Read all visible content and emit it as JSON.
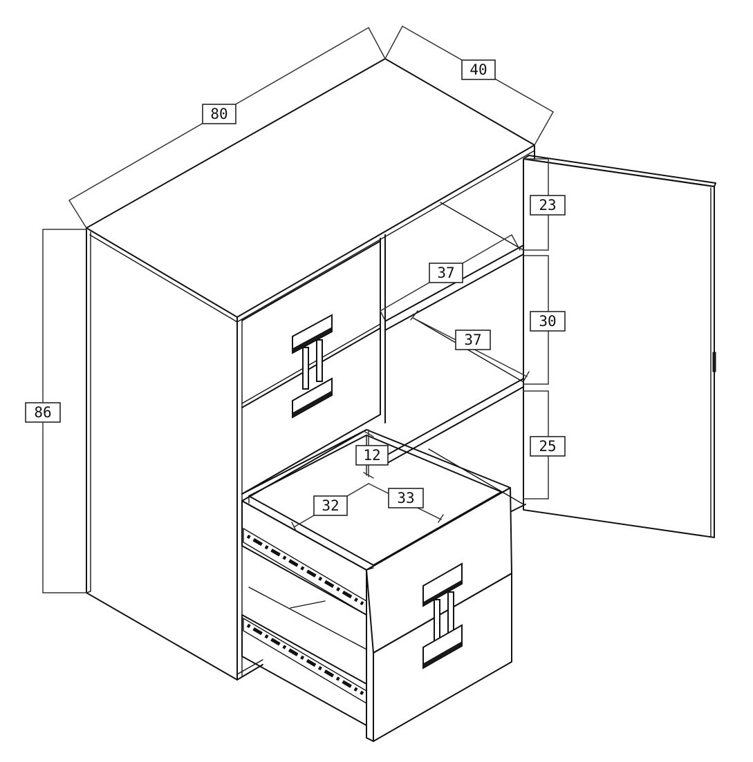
{
  "dimensions": {
    "width": "80",
    "depth": "40",
    "height": "86",
    "shelf_top_gap": "23",
    "shelf_middle_gap": "30",
    "shelf_bottom_gap": "25",
    "shelf_depth_upper": "37",
    "shelf_depth_lower": "37",
    "drawer_height": "12",
    "drawer_width": "32",
    "drawer_depth": "33"
  },
  "icons": {
    "drawer_handle": "drawer-handle-icon",
    "drawer_rail": "drawer-rail-icon"
  },
  "colors": {
    "line": "#111111",
    "dimension_line": "#333333",
    "background": "#ffffff"
  }
}
